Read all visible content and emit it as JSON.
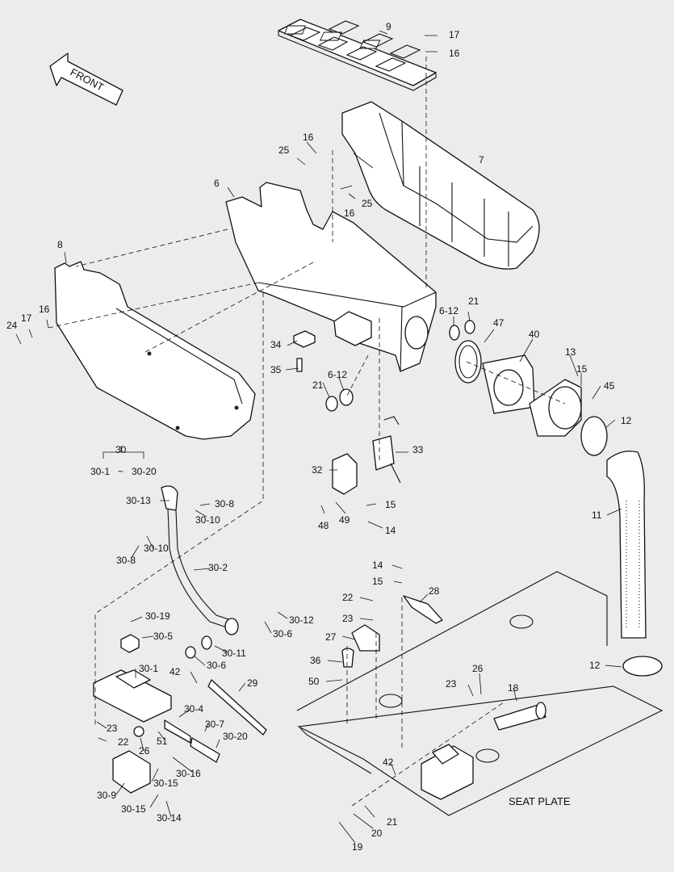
{
  "direction": "FRONT",
  "plate_label": "SEAT PLATE",
  "group": {
    "id": "30",
    "range_start": "30-1",
    "range_sep": "~",
    "range_end": "30-20"
  },
  "callouts": [
    "9",
    "17",
    "16",
    "7",
    "25",
    "16",
    "6",
    "25",
    "16",
    "8",
    "24",
    "17",
    "16",
    "21",
    "6-12",
    "47",
    "40",
    "13",
    "15",
    "45",
    "12",
    "34",
    "35",
    "21",
    "6-12",
    "33",
    "32",
    "15",
    "48",
    "49",
    "14",
    "11",
    "30-13",
    "30-8",
    "30-10",
    "30-8",
    "30-10",
    "30-2",
    "14",
    "15",
    "28",
    "22",
    "23",
    "27",
    "36",
    "50",
    "30-19",
    "30-5",
    "30-12",
    "30-6",
    "30-11",
    "30-6",
    "30-1",
    "42",
    "29",
    "30-4",
    "30-7",
    "30-20",
    "23",
    "22",
    "51",
    "26",
    "30-16",
    "30-15",
    "30-9",
    "30-15",
    "30-14",
    "23",
    "26",
    "18",
    "12",
    "42",
    "21",
    "20",
    "19"
  ]
}
